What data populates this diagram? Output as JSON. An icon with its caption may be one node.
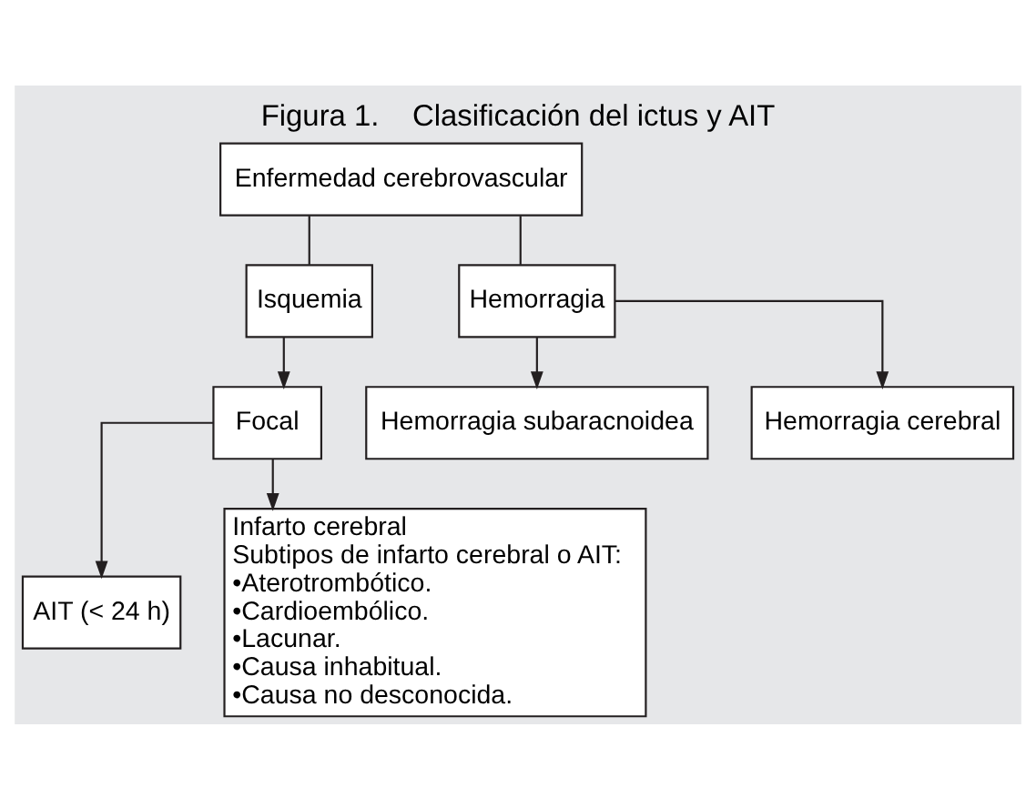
{
  "diagram": {
    "title": "Figura 1.    Clasificación del ictus y AIT",
    "nodes": [
      {
        "text": [
          "Enfermedad cerebrovascular"
        ]
      },
      {
        "text": [
          "Isquemia"
        ]
      },
      {
        "text": [
          "Hemorragia"
        ]
      },
      {
        "text": [
          "Focal"
        ]
      },
      {
        "text": [
          "Hemorragia subaracnoidea"
        ]
      },
      {
        "text": [
          "Hemorragia cerebral"
        ]
      },
      {
        "text": [
          "AIT (< 24 h)"
        ]
      },
      {
        "text": [
          "Infarto cerebral",
          "Subtipos de infarto cerebral o AIT:",
          "•Aterotrombótico.",
          "•Cardioembólico.",
          "•Lacunar.",
          "•Causa inhabitual.",
          "•Causa no desconocida."
        ]
      }
    ],
    "edges": [
      {
        "from": 0,
        "to": 1,
        "arrow": "none"
      },
      {
        "from": 0,
        "to": 2,
        "arrow": "none"
      },
      {
        "from": 1,
        "to": 3,
        "arrow": "to"
      },
      {
        "from": 2,
        "to": 4,
        "arrow": "to"
      },
      {
        "from": 2,
        "to": 5,
        "arrow": "to"
      },
      {
        "from": 3,
        "to": 6,
        "arrow": "to"
      },
      {
        "from": 3,
        "to": 7,
        "arrow": "to"
      }
    ]
  }
}
